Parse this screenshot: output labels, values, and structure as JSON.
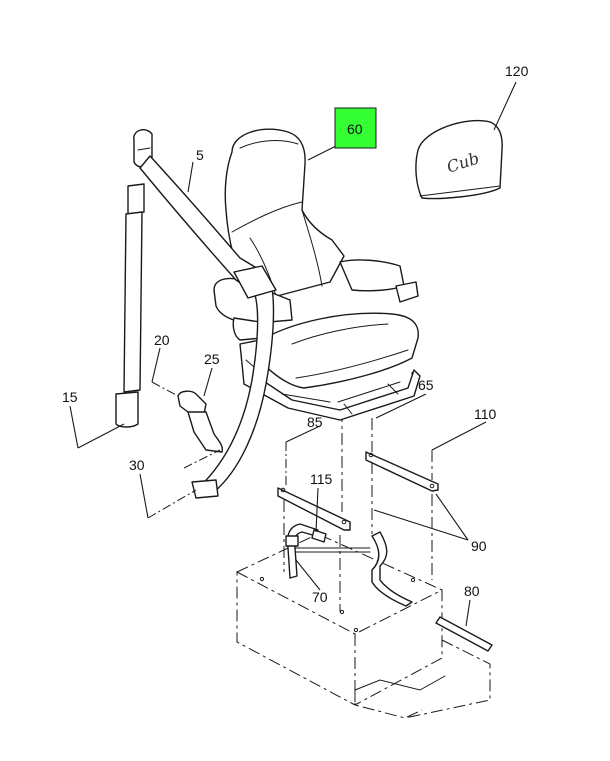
{
  "callouts": {
    "c5": "5",
    "c15": "15",
    "c20": "20",
    "c25": "25",
    "c30": "30",
    "c60": "60",
    "c65": "65",
    "c70": "70",
    "c80": "80",
    "c85": "85",
    "c90": "90",
    "c110": "110",
    "c115": "115",
    "c120": "120"
  },
  "highlight": {
    "callout": "60",
    "color": "#33ff33"
  },
  "logo_text": "Cub"
}
